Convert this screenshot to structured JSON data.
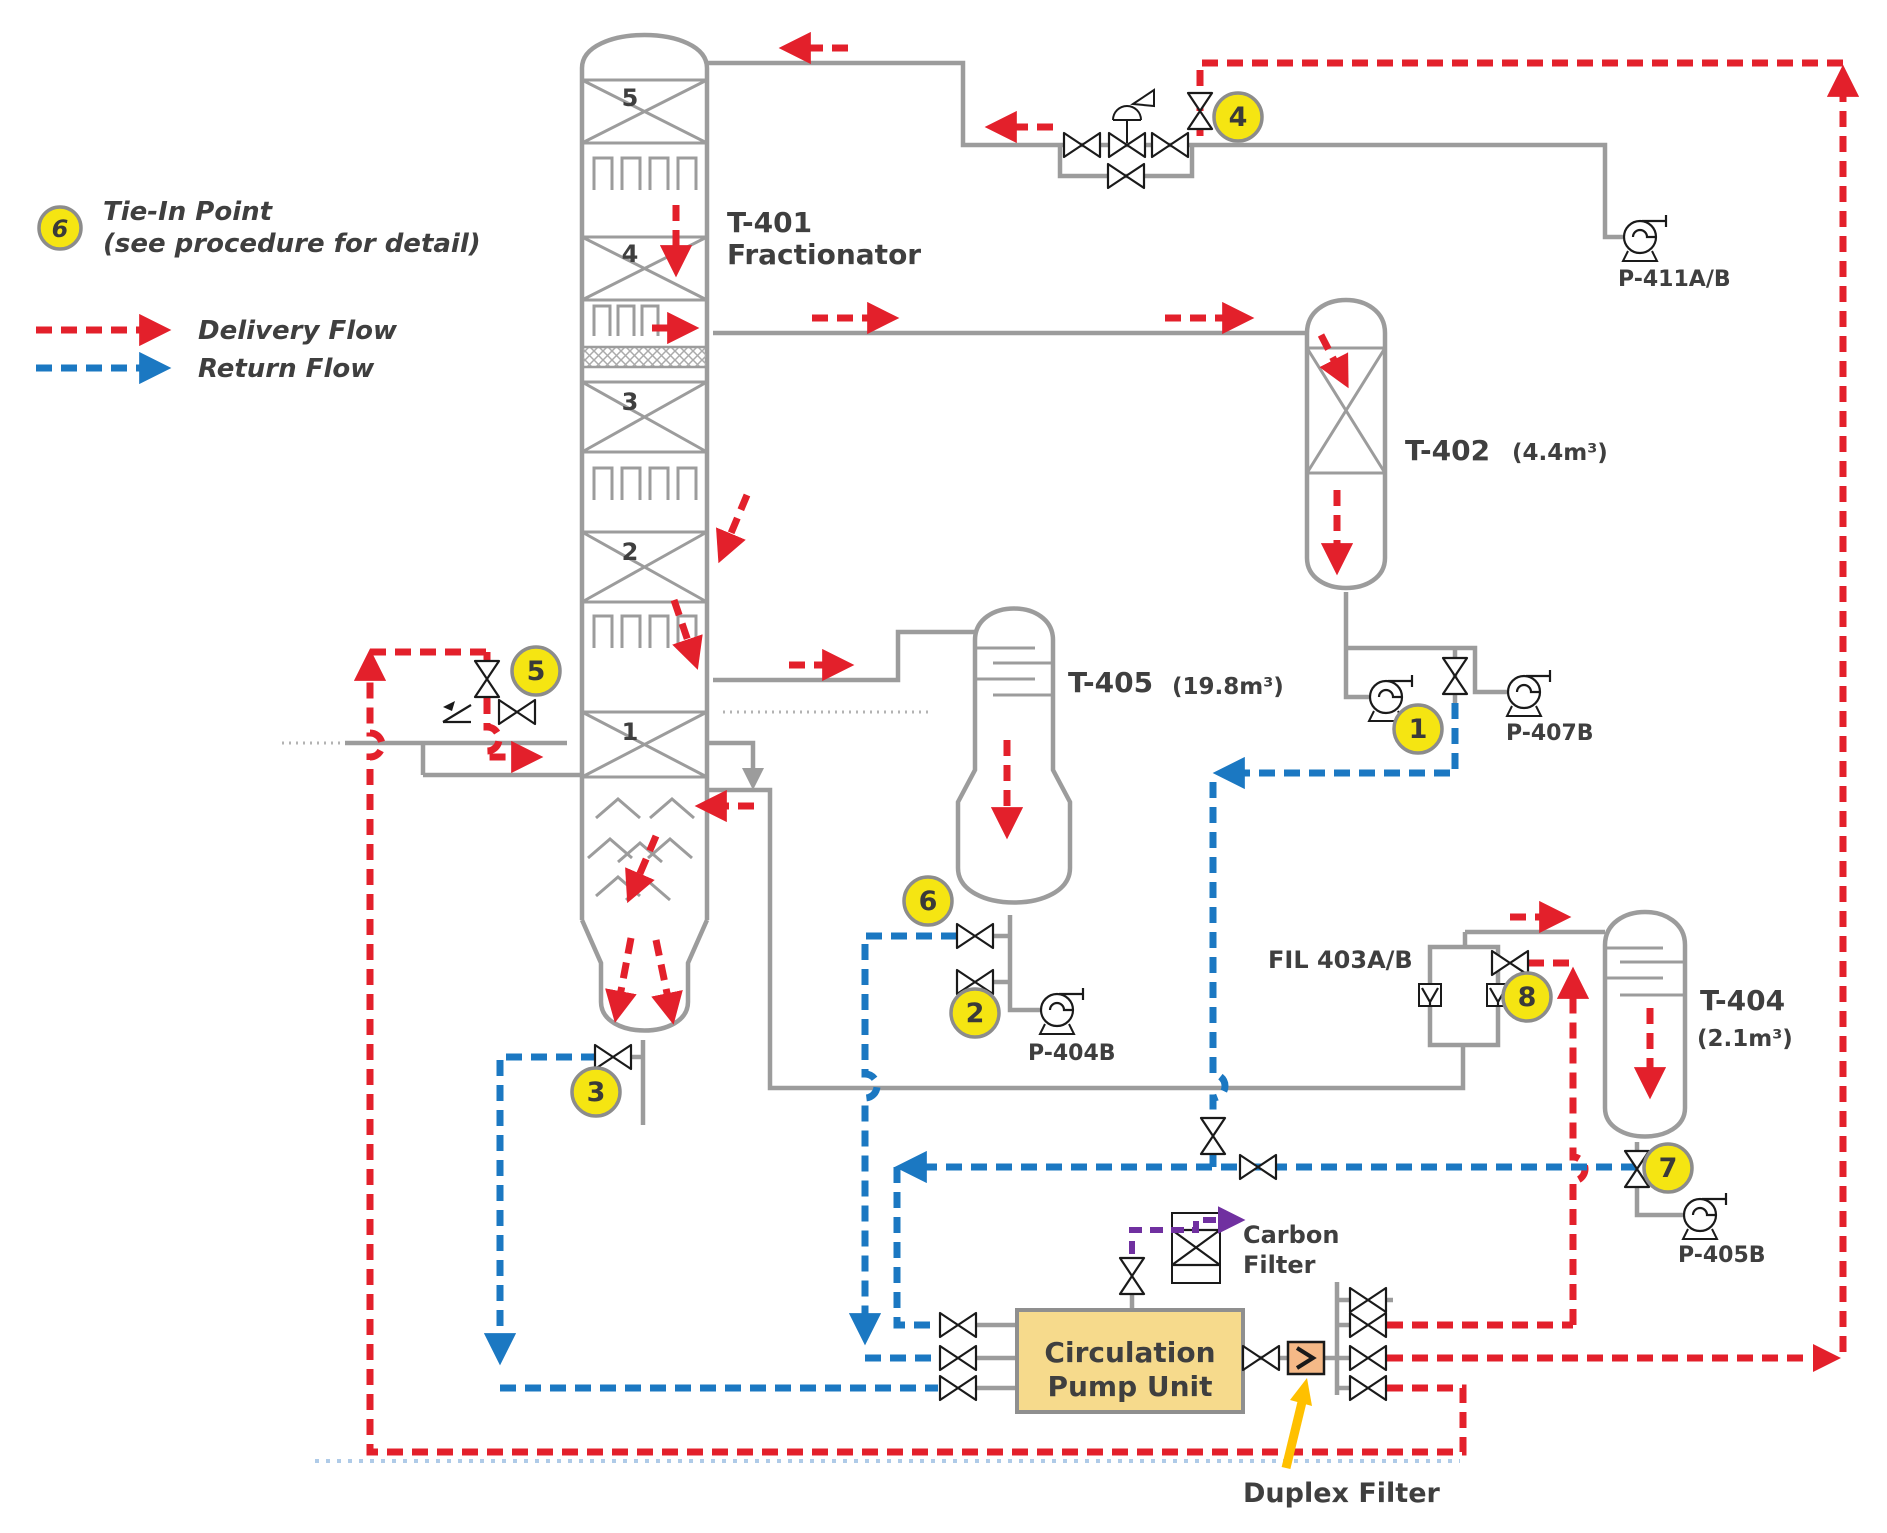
{
  "legend": {
    "tie_in_number": "6",
    "tie_in_title": "Tie-In Point",
    "tie_in_subtitle": "(see procedure for detail)",
    "delivery_label": "Delivery Flow",
    "return_label": "Return Flow"
  },
  "equipment": {
    "t401": {
      "name": "T-401",
      "type": "Fractionator",
      "sections": [
        "5",
        "4",
        "3",
        "2",
        "1"
      ]
    },
    "t402": {
      "name": "T-402",
      "capacity": "(4.4m³)"
    },
    "t405": {
      "name": "T-405",
      "capacity": "(19.8m³)"
    },
    "t404": {
      "name": "T-404",
      "capacity": "(2.1m³)"
    },
    "fil403": {
      "name": "FIL 403A/B"
    },
    "carbon_filter": {
      "line1": "Carbon",
      "line2": "Filter"
    },
    "duplex_filter": {
      "label": "Duplex Filter"
    },
    "circulation_pump_unit": {
      "line1": "Circulation",
      "line2": "Pump Unit"
    },
    "pumps": {
      "p411": "P-411A/B",
      "p407b": "P-407B",
      "p404b": "P-404B",
      "p405b": "P-405B"
    }
  },
  "tie_ins": [
    "1",
    "2",
    "3",
    "4",
    "5",
    "6",
    "7",
    "8"
  ],
  "colors": {
    "delivery_flow": "#E3202B",
    "return_flow": "#1B78C2",
    "pipe_gray": "#9C9C9C",
    "tie_in_yellow": "#F5E512",
    "carbon_line_purple": "#7030A0",
    "pump_unit_fill": "#F6DA8C",
    "duplex_fill": "#F5B987",
    "duplex_arrow": "#FFC000",
    "text": "#3F3F3F"
  }
}
